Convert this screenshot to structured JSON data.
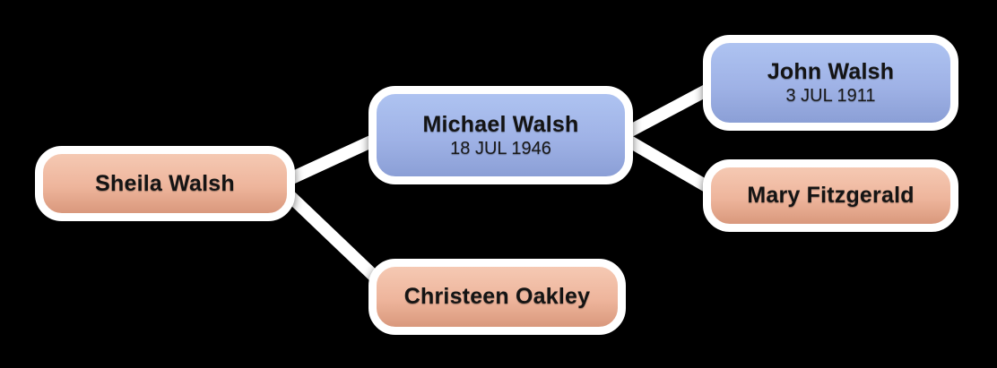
{
  "diagram": {
    "type": "family-tree-pedigree",
    "background_color": "#000000",
    "connector_color": "#ffffff",
    "box_border_color": "#ffffff",
    "text_color": "#141414",
    "colors": {
      "male_gradient_top": "#aec3f1",
      "male_gradient_bottom": "#8b9fd6",
      "female_gradient_top": "#f5c9b3",
      "female_gradient_bottom": "#d9987c"
    },
    "people": [
      {
        "id": "sheila-walsh",
        "name": "Sheila Walsh",
        "date": "",
        "gender": "female"
      },
      {
        "id": "michael-walsh",
        "name": "Michael Walsh",
        "date": "18 JUL 1946",
        "gender": "male"
      },
      {
        "id": "christeen-oakley",
        "name": "Christeen Oakley",
        "date": "",
        "gender": "female"
      },
      {
        "id": "john-walsh",
        "name": "John Walsh",
        "date": "3 JUL 1911",
        "gender": "male"
      },
      {
        "id": "mary-fitzgerald",
        "name": "Mary Fitzgerald",
        "date": "",
        "gender": "female"
      }
    ],
    "connections": [
      {
        "from": "sheila-walsh",
        "to": "michael-walsh",
        "relation": "father"
      },
      {
        "from": "sheila-walsh",
        "to": "christeen-oakley",
        "relation": "mother"
      },
      {
        "from": "michael-walsh",
        "to": "john-walsh",
        "relation": "father"
      },
      {
        "from": "michael-walsh",
        "to": "mary-fitzgerald",
        "relation": "mother"
      }
    ]
  }
}
